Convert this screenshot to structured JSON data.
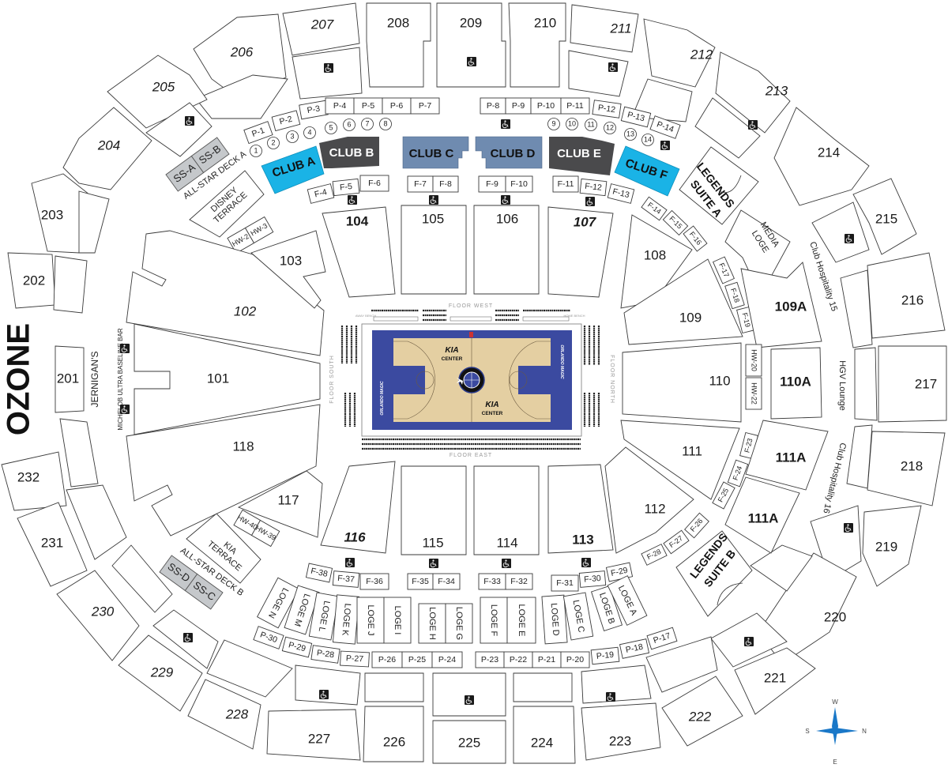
{
  "map": {
    "venue_side_label": "OZONE",
    "colors": {
      "club_light_blue": "#1ab3e6",
      "club_dark_gray": "#4a4a4c",
      "club_steel_blue": "#6f8bb0",
      "standing_gray": "#c5c8cb",
      "court_blue": "#3b4aa0",
      "court_wood": "#e4cfa2",
      "compass_blue": "#1a78c8"
    },
    "upper_sections": [
      "201",
      "202",
      "203",
      "204",
      "205",
      "206",
      "207",
      "208",
      "209",
      "210",
      "211",
      "212",
      "213",
      "214",
      "215",
      "216",
      "217",
      "218",
      "219",
      "220",
      "221",
      "222",
      "223",
      "224",
      "225",
      "226",
      "227",
      "228",
      "229",
      "230",
      "231",
      "232"
    ],
    "lower_sections": [
      "101",
      "102",
      "103",
      "104",
      "105",
      "106",
      "107",
      "108",
      "109",
      "109A",
      "110",
      "110A",
      "111",
      "111A",
      "111A",
      "112",
      "113",
      "114",
      "115",
      "116",
      "117",
      "118"
    ],
    "clubs": {
      "a": "CLUB A",
      "b": "CLUB B",
      "c": "CLUB C",
      "d": "CLUB D",
      "e": "CLUB E",
      "f": "CLUB F"
    },
    "suites": {
      "legends_a_l1": "LEGENDS",
      "legends_a_l2": "SUITE A",
      "legends_b_l1": "LEGENDS",
      "legends_b_l2": "SUITE B"
    },
    "standing": {
      "ss_a": "SS-A",
      "ss_b": "SS-B",
      "ss_c": "SS-C",
      "ss_d": "SS-D"
    },
    "decks": {
      "deck_a": "ALL-STAR DECK A",
      "deck_b": "ALL-STAR DECK B"
    },
    "terraces": {
      "disney_l1": "DISNEY",
      "disney_l2": "TERRACE",
      "kia_l1": "KIA",
      "kia_l2": "TERRACE"
    },
    "lounges": {
      "media_l1": "MEDIA",
      "media_l2": "LOGE",
      "club_hosp_15": "Club Hospitality 15",
      "club_hosp_16": "Club Hospitality 16",
      "hgv": "HGV Lounge",
      "jernigans": "JERNIGAN'S",
      "michelob": "MICHELOB ULTRA BASELINE BAR"
    },
    "hw_boxes": [
      "HW-2",
      "HW-3",
      "HW-20",
      "HW-22",
      "HW-39",
      "HW-40"
    ],
    "p_boxes_top": [
      "P-1",
      "P-2",
      "P-3",
      "P-4",
      "P-5",
      "P-6",
      "P-7",
      "P-8",
      "P-9",
      "P-10",
      "P-11",
      "P-12",
      "P-13",
      "P-14"
    ],
    "p_boxes_bottom": [
      "P-30",
      "P-29",
      "P-28",
      "P-27",
      "P-26",
      "P-25",
      "P-24",
      "P-23",
      "P-22",
      "P-21",
      "P-20",
      "P-19",
      "P-18",
      "P-17"
    ],
    "f_boxes_top": [
      "F-4",
      "F-5",
      "F-6",
      "F-7",
      "F-8",
      "F-9",
      "F-10",
      "F-11",
      "F-12",
      "F-13"
    ],
    "f_boxes_right": [
      "F-14",
      "F-15",
      "F-16",
      "F-17",
      "F-18",
      "F-19",
      "F-23",
      "F-24",
      "F-25",
      "F-26",
      "F-27",
      "F-28"
    ],
    "f_boxes_bottom": [
      "F-38",
      "F-37",
      "F-36",
      "F-35",
      "F-34",
      "F-33",
      "F-32",
      "F-31",
      "F-30",
      "F-29"
    ],
    "loges": [
      "LOGE N",
      "LOGE M",
      "LOGE L",
      "LOGE K",
      "LOGE J",
      "LOGE I",
      "LOGE H",
      "LOGE G",
      "LOGE F",
      "LOGE E",
      "LOGE D",
      "LOGE C",
      "LOGE B",
      "LOGE A"
    ],
    "numbered_seats": [
      "1",
      "2",
      "3",
      "4",
      "5",
      "6",
      "7",
      "8",
      "9",
      "10",
      "11",
      "12",
      "13",
      "14"
    ],
    "floor": {
      "west": "FLOOR WEST",
      "east": "FLOOR EAST",
      "south": "FLOOR SOUTH",
      "north": "FLOOR NORTH",
      "away_bench": "AWAY BENCH",
      "home_bench": "HOME BENCH",
      "sponsor_word": "CENTER",
      "team_vertical": "ORLANDO MAGIC"
    },
    "compass": {
      "n": "N",
      "s": "S",
      "e": "E",
      "w": "W"
    },
    "accessible_icon": "wheelchair-icon"
  }
}
